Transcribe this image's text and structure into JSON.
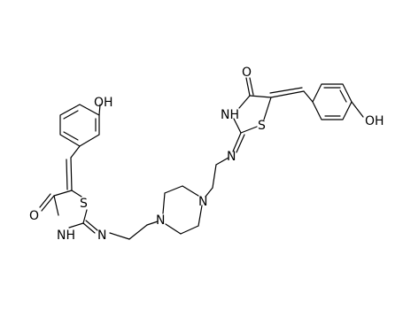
{
  "molecule": {
    "atoms": {
      "hydroxyl_top_right": "OH",
      "carbonyl_oxygen_top": "O",
      "amine_top": "NH",
      "sulfur_top": "S",
      "imine_nitrogen_top": "N",
      "piperazine_nitrogen_right": "N",
      "piperazine_nitrogen_left": "N",
      "imine_nitrogen_bottom": "N",
      "amine_bottom": "NH",
      "carbonyl_oxygen_bottom": "O",
      "sulfur_bottom": "S",
      "hydroxyl_top_left": "OH"
    }
  }
}
